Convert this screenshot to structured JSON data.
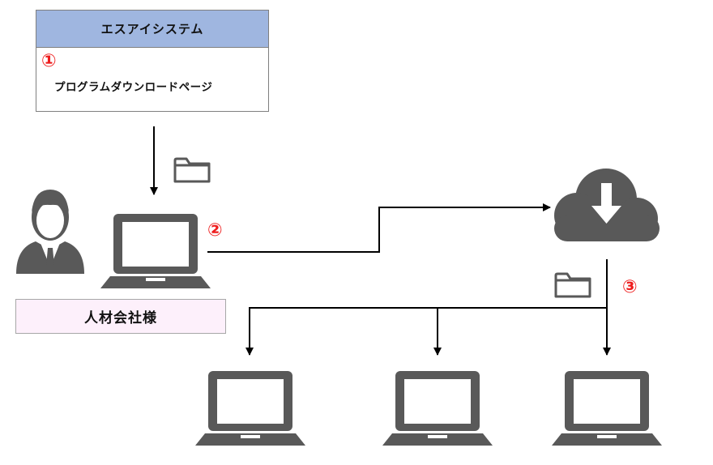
{
  "system": {
    "title": "エスアイシステム",
    "step": "①",
    "page_label": "プログラムダウンロードページ"
  },
  "client": {
    "label": "人材会社様"
  },
  "steps": {
    "two": "②",
    "three": "③"
  },
  "icons": {
    "folder": "folder-icon",
    "person": "businessman-icon",
    "laptop": "laptop-icon",
    "cloud": "cloud-download-icon"
  },
  "colors": {
    "header_fill": "#9fb6e0",
    "client_fill": "#fdf0fb",
    "step_red": "#ee1c1c",
    "icon_gray": "#555555",
    "line": "#000000"
  }
}
